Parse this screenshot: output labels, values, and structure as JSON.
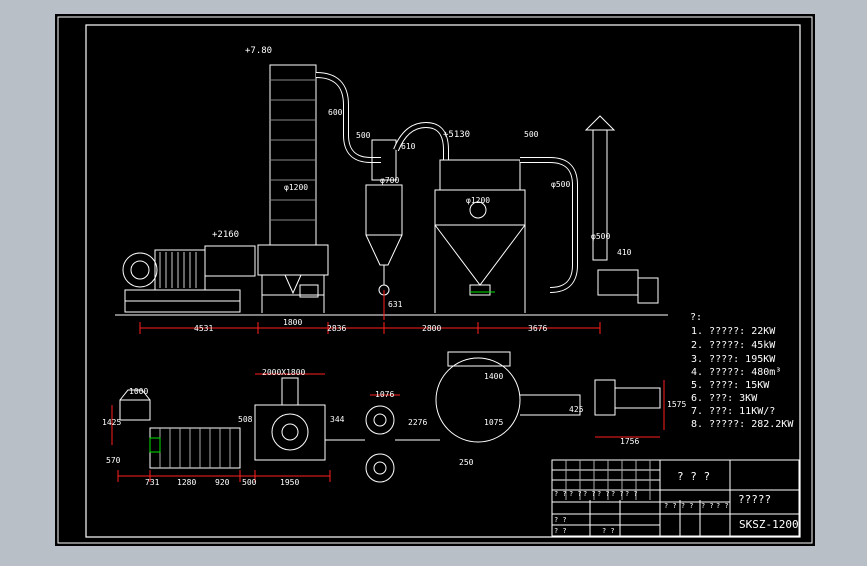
{
  "drawing": {
    "model": "SKSZ-1200",
    "title_cells": [
      "? ? ?",
      "?????"
    ]
  },
  "elevations": {
    "top": "+7.80",
    "cyclone_top": "+5130",
    "fan_level": "+2160"
  },
  "front_dims": [
    "4531",
    "1800",
    "2836",
    "2800",
    "3676",
    "631",
    "500",
    "500",
    "610",
    "600",
    "φ1200",
    "φ700",
    "φ1200",
    "φ500",
    "φ500",
    "410"
  ],
  "plan_dims": [
    "1000",
    "1425",
    "570",
    "731",
    "1280",
    "920",
    "500",
    "1950",
    "2000X1800",
    "508",
    "344",
    "1076",
    "2276",
    "1400",
    "1075",
    "250",
    "1575",
    "1756",
    "425"
  ],
  "legend": {
    "header": "?:",
    "items": [
      "1. ?????: 22KW",
      "2. ?????: 45kW",
      "3. ????: 195KW",
      "4. ?????: 480m³",
      "5. ????: 15KW",
      "6. ???: 3KW",
      "7. ???: 11KW/?",
      "8. ?????: 282.2KW"
    ]
  },
  "title_block": {
    "rows": [
      [
        "? ?",
        "? ?",
        "? ?",
        "? ?",
        "? ?",
        "? ?"
      ],
      [
        "? ?",
        "? ?",
        "? ?",
        "? ?",
        "? ?",
        "? ?"
      ],
      [
        "? ? ? ?",
        "? ?",
        "? ?"
      ],
      [
        "? ?"
      ],
      [
        "? ?",
        "? ?"
      ]
    ]
  },
  "colors": {
    "background": "#000000",
    "frame": "#ffffff",
    "outer_bg": "#b9bfc7",
    "dim_red": "#ff2020",
    "dim_green": "#00e000",
    "equip": "#ffffff"
  }
}
